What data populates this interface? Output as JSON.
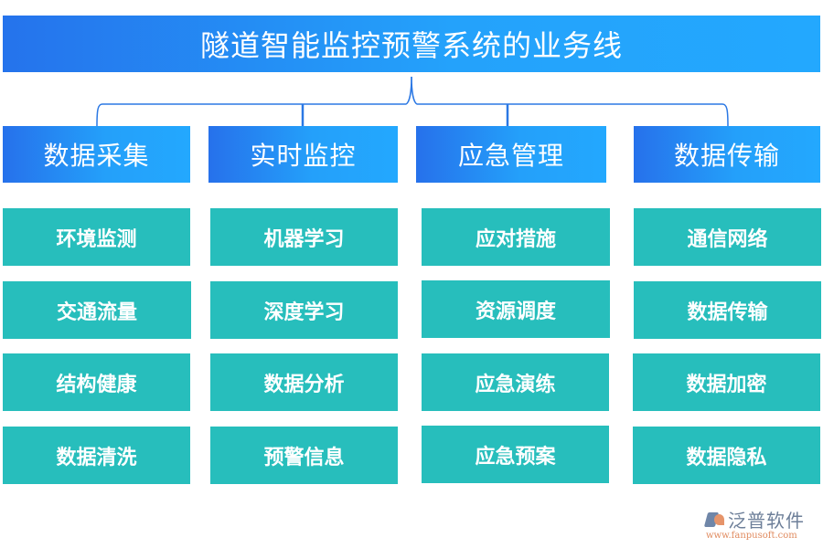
{
  "title": "隧道智能监控预警系统的业务线",
  "colors": {
    "title_gradient": [
      "#2573ec",
      "#23a8fe"
    ],
    "category_gradient": [
      "#2671eb",
      "#23a8fe"
    ],
    "item_bg": "#27bebc",
    "connector": "#2b78e4",
    "text": "#ffffff"
  },
  "categories": [
    {
      "label": "数据采集",
      "items": [
        "环境监测",
        "交通流量",
        "结构健康",
        "数据清洗"
      ]
    },
    {
      "label": "实时监控",
      "items": [
        "机器学习",
        "深度学习",
        "数据分析",
        "预警信息"
      ]
    },
    {
      "label": "应急管理",
      "items": [
        "应对措施",
        "资源调度",
        "应急演练",
        "应急预案"
      ]
    },
    {
      "label": "数据传输",
      "items": [
        "通信网络",
        "数据传输",
        "数据加密",
        "数据隐私"
      ]
    }
  ],
  "watermark": {
    "name": "泛普软件",
    "url": "www.fanpusoft.com"
  }
}
